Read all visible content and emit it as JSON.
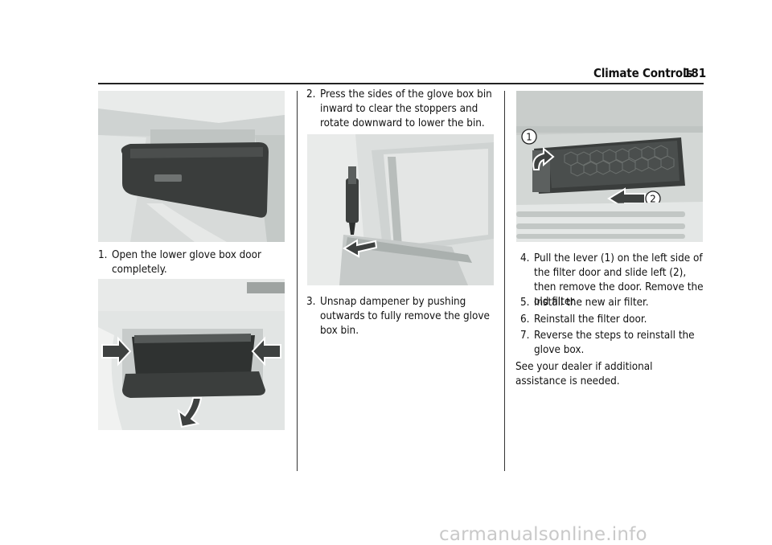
{
  "header": {
    "section_title": "Climate Controls",
    "page_number": "181"
  },
  "steps": [
    {
      "num": "1.",
      "text": "Open the lower glove box door completely."
    },
    {
      "num": "2.",
      "text": "Press the sides of the glove box bin inward to clear the stoppers and rotate downward to lower the bin."
    },
    {
      "num": "3.",
      "text": "Unsnap dampener by pushing outwards to fully remove the glove box bin."
    },
    {
      "num": "4.",
      "text": "Pull the lever (1) on the left side of the filter door and slide left (2), then remove the door. Remove the old filter."
    },
    {
      "num": "5.",
      "text": "Install the new air filter."
    },
    {
      "num": "6.",
      "text": "Reinstall the filter door."
    },
    {
      "num": "7.",
      "text": "Reverse the steps to reinstall the glove box."
    }
  ],
  "closing": "See your dealer if additional assistance is needed.",
  "callouts": [
    "1",
    "2"
  ],
  "watermark": "carmanualsonline.info"
}
